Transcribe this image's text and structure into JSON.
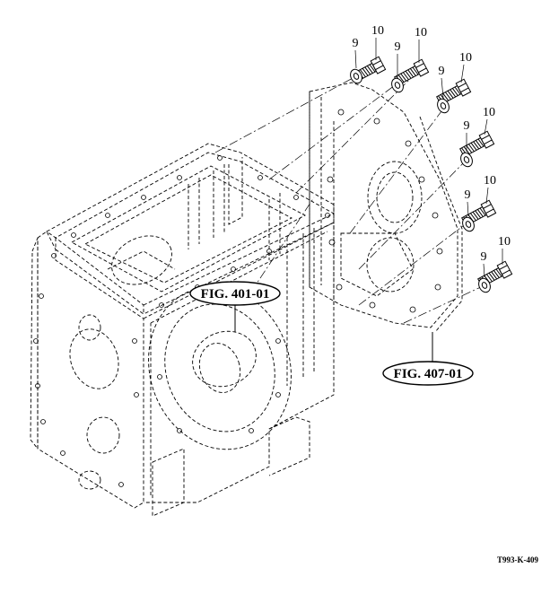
{
  "figure_refs": [
    {
      "id": "fig-401",
      "label": "FIG. 401-01"
    },
    {
      "id": "fig-407",
      "label": "FIG. 407-01"
    }
  ],
  "callouts": [
    {
      "bolt": "10",
      "washer": "9"
    },
    {
      "bolt": "10",
      "washer": "9"
    },
    {
      "bolt": "10",
      "washer": "9"
    },
    {
      "bolt": "10",
      "washer": "9"
    },
    {
      "bolt": "10",
      "washer": "9"
    },
    {
      "bolt": "10",
      "washer": "9"
    }
  ],
  "drawing_code": "T993-K-409",
  "colors": {
    "ink": "#000000",
    "paper": "#ffffff"
  }
}
